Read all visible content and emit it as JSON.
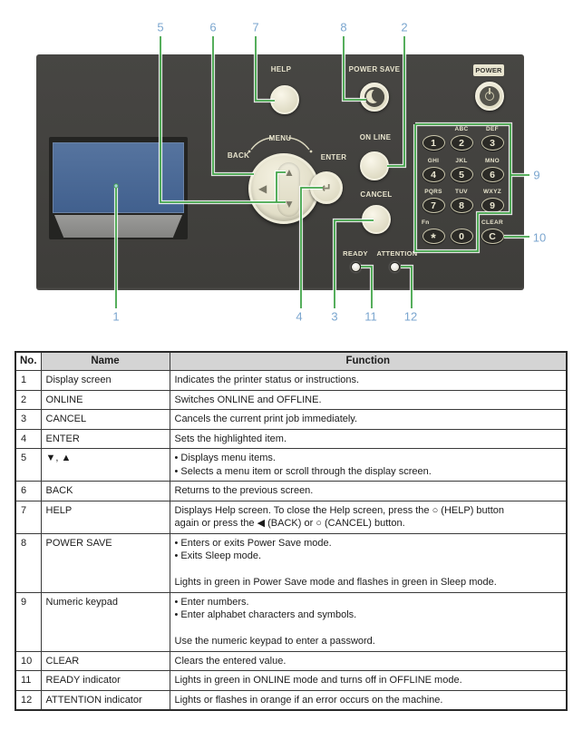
{
  "page_type": "printer operator panel manual page",
  "colors": {
    "leader_green": "#43a54a",
    "callout_blue": "#7ba6cf",
    "panel_gray": "#434240",
    "lcd_blue": "#4a6897",
    "button_cream": "#ebe7d3",
    "header_gray": "#d4d4d4"
  },
  "diagram": {
    "labels": {
      "help": "HELP",
      "power_save": "POWER SAVE",
      "power": "POWER",
      "menu": "MENU",
      "back": "BACK",
      "enter": "ENTER",
      "online": "ON LINE",
      "cancel": "CANCEL",
      "ready": "READY",
      "attention": "ATTENTION"
    },
    "enter_glyph": "↵",
    "arrows": {
      "up": "▲",
      "down": "▼",
      "left": "◀"
    },
    "keypad": {
      "keys": [
        {
          "digit": "1",
          "letters": ""
        },
        {
          "digit": "2",
          "letters": "ABC"
        },
        {
          "digit": "3",
          "letters": "DEF"
        },
        {
          "digit": "4",
          "letters": "GHI"
        },
        {
          "digit": "5",
          "letters": "JKL"
        },
        {
          "digit": "6",
          "letters": "MNO"
        },
        {
          "digit": "7",
          "letters": "PQRS"
        },
        {
          "digit": "8",
          "letters": "TUV"
        },
        {
          "digit": "9",
          "letters": "WXYZ"
        },
        {
          "digit": "*",
          "letters": "Fn"
        },
        {
          "digit": "0",
          "letters": ""
        },
        {
          "digit": "C",
          "letters": "CLEAR"
        }
      ]
    },
    "callouts": {
      "c1": "1",
      "c2": "2",
      "c3": "3",
      "c4": "4",
      "c5": "5",
      "c6": "6",
      "c7": "7",
      "c8": "8",
      "c9": "9",
      "c10": "10",
      "c11": "11",
      "c12": "12"
    }
  },
  "table": {
    "headers": {
      "no": "No.",
      "name": "Name",
      "function": "Function"
    },
    "rows": [
      {
        "no": "1",
        "name": "Display screen",
        "fn": [
          "Indicates the printer status or instructions."
        ]
      },
      {
        "no": "2",
        "name": "ONLINE",
        "fn": [
          "Switches ONLINE and OFFLINE."
        ]
      },
      {
        "no": "3",
        "name": "CANCEL",
        "fn": [
          "Cancels the current print job immediately."
        ]
      },
      {
        "no": "4",
        "name": "ENTER",
        "fn": [
          "Sets the highlighted item."
        ]
      },
      {
        "no": "5",
        "name": "▼, ▲",
        "fn": [
          "• Displays menu items.",
          "• Selects a menu item or scroll through the display screen."
        ]
      },
      {
        "no": "6",
        "name": "BACK",
        "fn": [
          "Returns to the previous screen."
        ]
      },
      {
        "no": "7",
        "name": "HELP",
        "fn": [
          "Displays Help screen. To close the Help screen, press the ○ (HELP) button",
          "again or press the ◀ (BACK) or ○ (CANCEL) button."
        ]
      },
      {
        "no": "8",
        "name": "POWER SAVE",
        "fn": [
          "• Enters or exits Power Save mode.",
          "• Exits Sleep mode.",
          " ",
          "Lights in green in Power Save mode and flashes in green in Sleep mode."
        ]
      },
      {
        "no": "9",
        "name": "Numeric keypad",
        "fn": [
          "• Enter numbers.",
          "• Enter alphabet characters and symbols.",
          " ",
          "Use the numeric keypad to enter a password."
        ]
      },
      {
        "no": "10",
        "name": "CLEAR",
        "fn": [
          "Clears the entered value."
        ]
      },
      {
        "no": "11",
        "name": "READY indicator",
        "fn": [
          "Lights in green in ONLINE mode and turns off in OFFLINE mode."
        ]
      },
      {
        "no": "12",
        "name": "ATTENTION indicator",
        "fn": [
          "Lights or flashes in orange if an error occurs on the machine."
        ]
      }
    ]
  }
}
